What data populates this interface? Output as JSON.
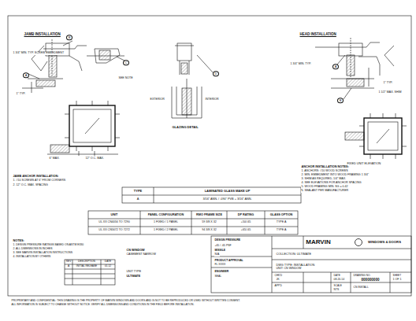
{
  "diagram": {
    "labels": [
      "JAMB INSTALLATION",
      "HEAD INSTALLATION",
      "1 3/4\" MIN. TYP. SCREW EMBEDMENT",
      "A",
      "1\" TYP.",
      "B",
      "C",
      "SEE NOTE",
      "GLAZING DETAIL",
      "D",
      "1 3/4\" MIN. TYP.",
      "A",
      "B",
      "1\" TYP.",
      "1 1/2\" MAX. SHIM",
      "INTERIOR",
      "EXTERIOR",
      "6\" MAX.",
      "12\" O.C. MAX.",
      "FIXED UNIT ELEVATION",
      "JAMB ANCHOR INSTALLATION:",
      "1. #10 SCREWS AT 6\" FROM CORNERS",
      "2. 12\" O.C. MAX. SPACING",
      "ANCHOR INSTALLATION NOTES:",
      "1. ANCHORS: #10 WOOD SCREWS",
      "2. MIN. EMBEDMENT INTO WOOD FRAMING 1 3/4\"",
      "3. SHIM AS REQUIRED, 1/4\" MAX.",
      "4. SEE ELEVATIONS FOR ANCHOR SPACING",
      "5. WOOD FRAMING MIN. SG = 0.42",
      "6. SEALANT PER MANUFACTURER",
      "TYPE",
      "LAMINATED GLASS MAKE UP",
      "A",
      "3/16\" ANN. / .090\" PVB + 3/16\" ANN.",
      "UNIT",
      "PANEL CONFIGURATION",
      "RMO FRAME SIZE",
      "DP RATING",
      "GLASS OPTION",
      "UL XX CN4056 TO 7290",
      "1 FIXED / 1 PANEL",
      "59 3/8 X 32",
      "+50/-65",
      "TYPE A",
      "UL XX CN5672 TO 7272",
      "1 FIXED / 2 PANEL",
      "94 3/8 X 32",
      "+65/-65",
      "TYPE A",
      "NOTES:",
      "1. DESIGN PRESSURE RATINGS BASED ON ASTM E330",
      "2. ALL DIMENSIONS IN INCHES",
      "3. SEE MARVIN INSTALLATION INSTRUCTIONS",
      "4. INSTALLATION BY OTHERS",
      "REV",
      "DESCRIPTION",
      "DATE",
      "A",
      "INITIAL RELEASE",
      "01.12",
      "CN WINDOW",
      "CASEMENT NARROW",
      "UNIT TYPE",
      "ULTIMATE",
      "DESIGN PRESSURE",
      "+65 / -65 PSF",
      "MISSILE",
      "N/A",
      "PRODUCT APPROVAL",
      "FL XXXX",
      "ENGINEER",
      "SEAL",
      "MARVIN",
      "WINDOWS & DOORS",
      "COLLECTION: ULTIMATE",
      "DWG TYPE: INSTALLATION",
      "UNIT: CN WINDOW",
      "CHK'D",
      "JK",
      "DATE",
      "08-20-14",
      "DRAWING NO.",
      "000000000",
      "SHEET",
      "1 OF 1",
      "APP'D",
      "SCALE",
      "NTS",
      "CN INSTALL",
      "PROPRIETARY AND CONFIDENTIAL: THIS DRAWING IS THE PROPERTY OF MARVIN WINDOWS AND DOORS AND IS NOT TO BE REPRODUCED OR USED WITHOUT WRITTEN CONSENT.",
      "ALL INFORMATION IS SUBJECT TO CHANGE WITHOUT NOTICE. VERIFY ALL DIMENSIONS AND CONDITIONS IN THE FIELD BEFORE INSTALLATION."
    ]
  }
}
